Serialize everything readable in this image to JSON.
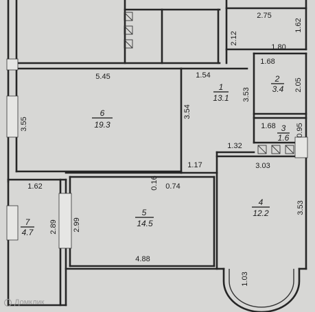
{
  "rooms": [
    {
      "id": "1",
      "number": "1",
      "area": "13.1"
    },
    {
      "id": "2",
      "number": "2",
      "area": "3.4"
    },
    {
      "id": "3",
      "number": "3",
      "area": "1.6"
    },
    {
      "id": "4",
      "number": "4",
      "area": "12.2"
    },
    {
      "id": "5",
      "number": "5",
      "area": "14.5"
    },
    {
      "id": "6",
      "number": "6",
      "area": "19.3"
    },
    {
      "id": "7",
      "number": "7",
      "area": "4.7"
    }
  ],
  "dimensions": {
    "d275": "2.75",
    "d212": "2.12",
    "d162": "1.62",
    "d180": "1.80",
    "d545": "5.45",
    "d154": "1.54",
    "d168a": "1.68",
    "d353a": "3.53",
    "d205": "2.05",
    "d355": "3.55",
    "d354": "3.54",
    "d168b": "1.68",
    "d095": "0.95",
    "d132": "1.32",
    "d117": "1.17",
    "d303": "3.03",
    "d162b": "1.62",
    "d016": "0.16",
    "d074": "0.74",
    "d353b": "3.53",
    "d289": "2.89",
    "d299": "2.99",
    "d488": "4.88",
    "d103": "1.03"
  },
  "watermark": "Домклик"
}
